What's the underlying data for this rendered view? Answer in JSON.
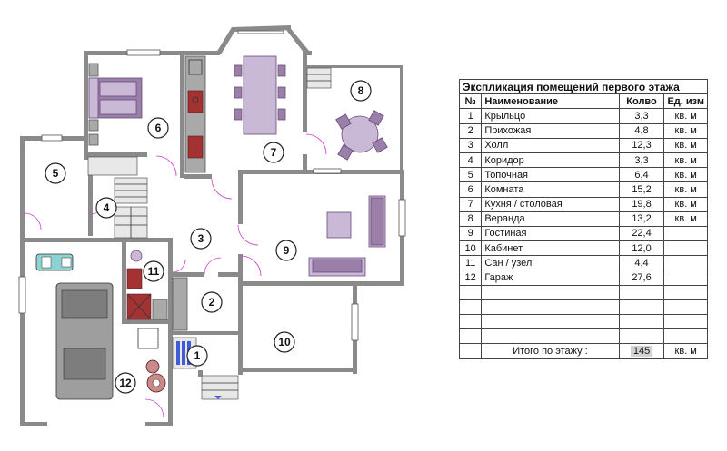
{
  "rooms_on_plan": [
    {
      "num": "1"
    },
    {
      "num": "2"
    },
    {
      "num": "3"
    },
    {
      "num": "4"
    },
    {
      "num": "5"
    },
    {
      "num": "6"
    },
    {
      "num": "7"
    },
    {
      "num": "8"
    },
    {
      "num": "9"
    },
    {
      "num": "10"
    },
    {
      "num": "11"
    },
    {
      "num": "12"
    }
  ],
  "table": {
    "title": "Экспликация помещений первого этажа",
    "headers": {
      "no": "№",
      "name": "Наименование",
      "area": "Колво",
      "unit": "Ед. изм"
    },
    "rows": [
      {
        "no": "1",
        "name": "Крыльцо",
        "area": "3,3",
        "unit": "кв. м"
      },
      {
        "no": "2",
        "name": "Прихожая",
        "area": "4,8",
        "unit": "кв. м"
      },
      {
        "no": "3",
        "name": "Холл",
        "area": "12,3",
        "unit": "кв. м"
      },
      {
        "no": "4",
        "name": "Коридор",
        "area": "3,3",
        "unit": "кв. м"
      },
      {
        "no": "5",
        "name": "Топочная",
        "area": "6,4",
        "unit": "кв. м"
      },
      {
        "no": "6",
        "name": "Комната",
        "area": "15,2",
        "unit": "кв. м"
      },
      {
        "no": "7",
        "name": "Кухня / столовая",
        "area": "19,8",
        "unit": "кв. м"
      },
      {
        "no": "8",
        "name": "Веранда",
        "area": "13,2",
        "unit": "кв. м"
      },
      {
        "no": "9",
        "name": "Гостиная",
        "area": "22,4",
        "unit": ""
      },
      {
        "no": "10",
        "name": "Кабинет",
        "area": "12,0",
        "unit": ""
      },
      {
        "no": "11",
        "name": "Сан / узел",
        "area": "4,4",
        "unit": ""
      },
      {
        "no": "12",
        "name": "Гараж",
        "area": "27,6",
        "unit": ""
      }
    ],
    "empty_rows": 4,
    "total": {
      "label": "Итого по этажу  :",
      "value": "145",
      "unit": "кв. м"
    }
  }
}
